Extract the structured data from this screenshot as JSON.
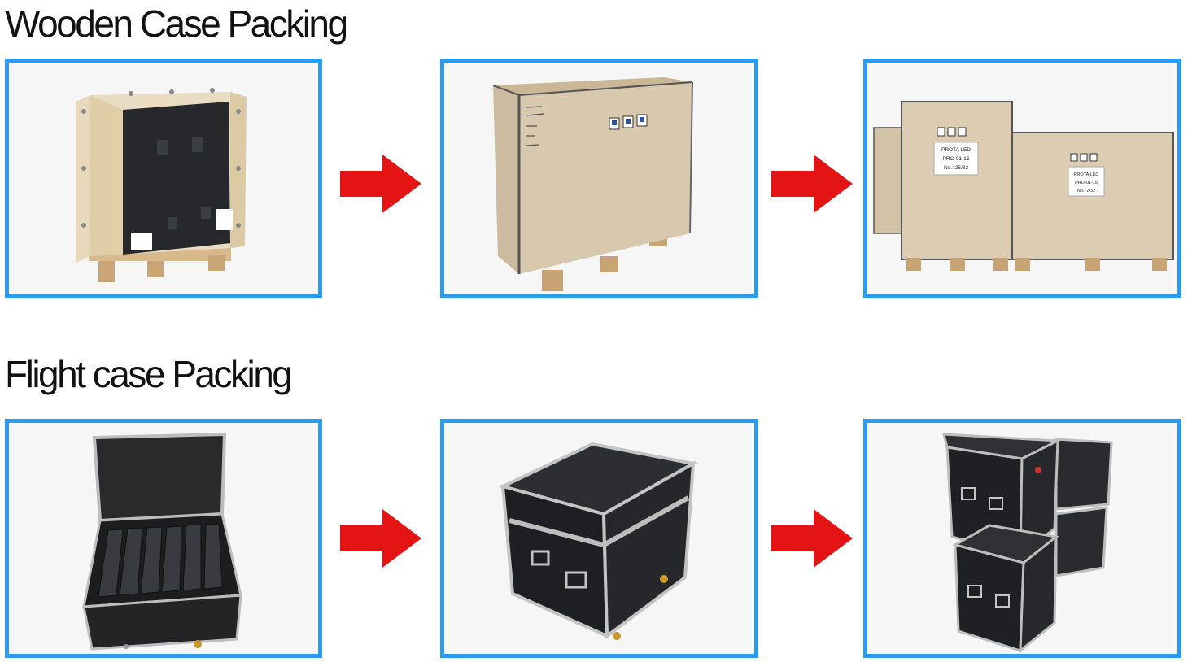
{
  "sections": {
    "wooden": {
      "title": "Wooden Case Packing"
    },
    "flight": {
      "title": "Flight case Packing"
    }
  },
  "crate_labels": {
    "label_a": [
      "PROTA LED",
      "PRO-01-15",
      "No.: 25/32"
    ],
    "label_b": [
      "PROTA LED",
      "PRO-01-15",
      "No.: 2/32"
    ]
  },
  "colors": {
    "frame_border": "#2a9bef",
    "arrow": "#e51414",
    "plywood": "#d9c9ad",
    "flight_case": "#1c1c1e"
  },
  "icons": [
    "right-arrow-icon"
  ]
}
